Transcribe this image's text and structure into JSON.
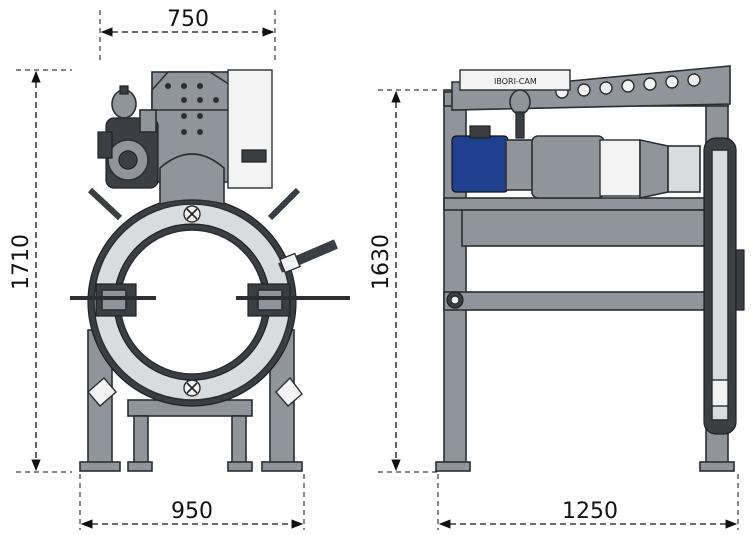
{
  "dimensions": {
    "front_width_top": "750",
    "front_height": "1710",
    "front_width_bottom": "950",
    "side_height": "1630",
    "side_length": "1250"
  },
  "plate_label": "IBORI-CAM",
  "colors": {
    "frame": "#8f959a",
    "frame_dark": "#3b3f44",
    "ring": "#d9dcdf",
    "motor": "#1f3f8f",
    "line": "#111111"
  }
}
